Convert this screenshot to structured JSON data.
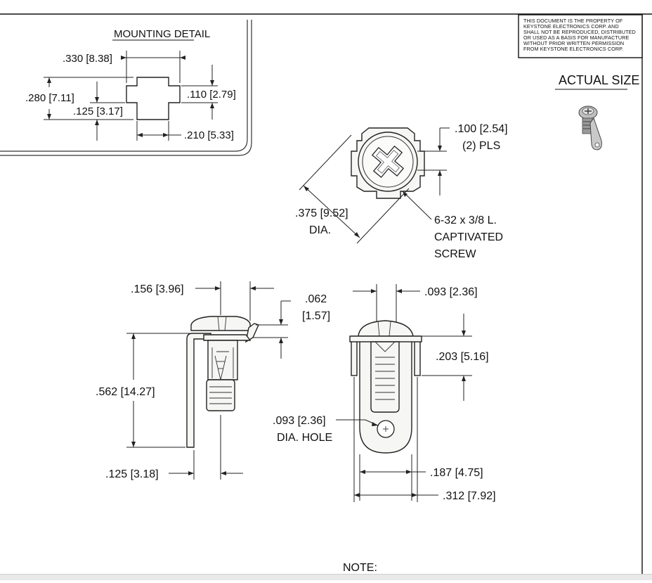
{
  "notice": {
    "lines": [
      "THIS DOCUMENT IS THE PROPERTY OF",
      "KEYSTONE ELECTRONICS CORP. AND",
      "SHALL NOT BE REPRODUCED, DISTRIBUTED",
      "OR USED AS A BASIS FOR MANUFACTURE",
      "WITHOUT PRIOR WRITTEN PERMISSION",
      "FROM KEYSTONE ELECTRONICS CORP."
    ]
  },
  "actual_size_label": "ACTUAL SIZE",
  "mounting_detail": {
    "title": "MOUNTING DETAIL",
    "dim_width": ".330 [8.38]",
    "dim_height": ".280 [7.11]",
    "dim_offset": ".125 [3.17]",
    "dim_tab": ".110 [2.79]",
    "dim_slot": ".210 [5.33]"
  },
  "top_view": {
    "dim_tab_line1": ".100 [2.54]",
    "dim_tab_line2": "(2) PLS",
    "dim_dia_line1": ".375 [9.52]",
    "dim_dia_line2": "DIA.",
    "screw_line1": "6-32 x 3/8 L.",
    "screw_line2": "CAPTIVATED",
    "screw_line3": "SCREW"
  },
  "side_view": {
    "dim_head": ".156 [3.96]",
    "dim_tab_line1": ".062",
    "dim_tab_line2": "[1.57]",
    "dim_height": ".562 [14.27]",
    "dim_leg": ".125 [3.18]"
  },
  "front_view": {
    "dim_top": ".093 [2.36]",
    "dim_body": ".203 [5.16]",
    "hole_line1": ".093 [2.36]",
    "hole_line2": "DIA. HOLE",
    "dim_lug": ".187 [4.75]",
    "dim_width": ".312 [7.92]"
  },
  "note_label": "NOTE:"
}
